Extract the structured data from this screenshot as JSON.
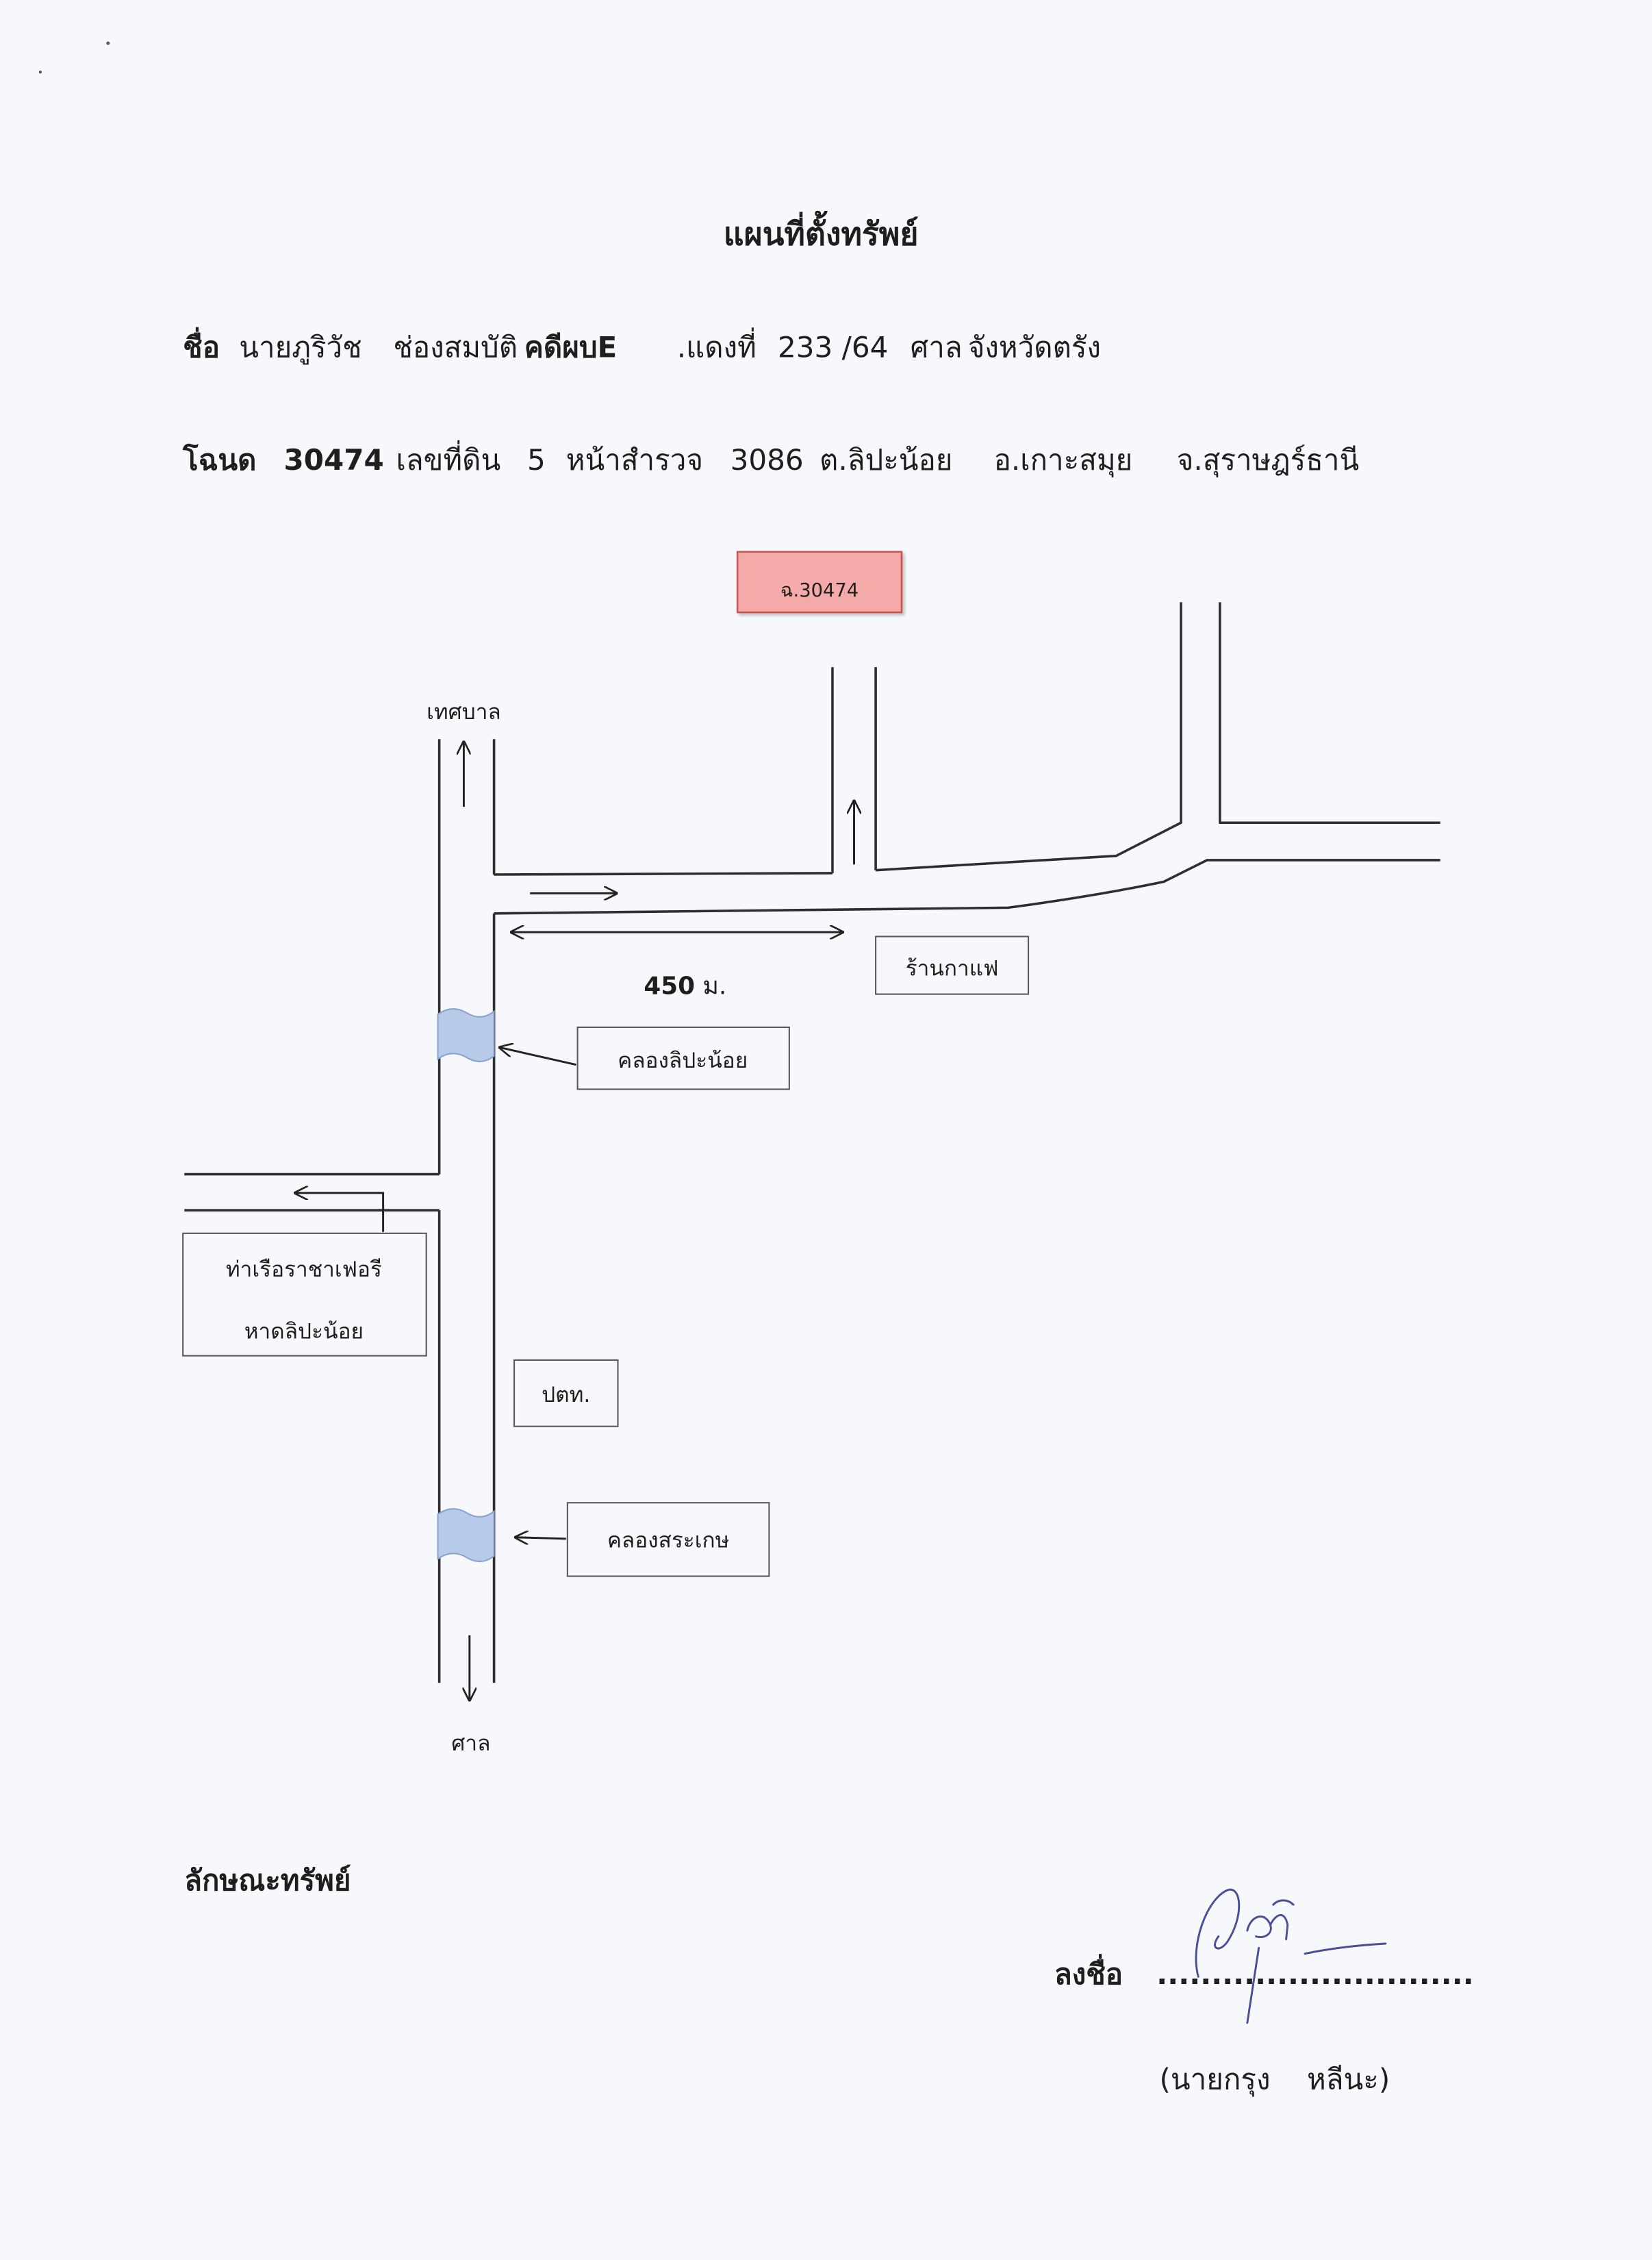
{
  "document": {
    "title": "แผนที่ตั้งทรัพย์",
    "owner": {
      "label": "ชื่อ",
      "first": "นายภูริวัช",
      "last": "ช่องสมบัติ"
    },
    "case": {
      "label": "คดีผบE",
      "type": ".แดงที่",
      "number": "233 /64"
    },
    "court": {
      "label": "ศาล",
      "value": "จังหวัดตรัง"
    },
    "deed": {
      "label": "โฉนด",
      "number": "30474",
      "land_no_label": "เลขที่ดิน",
      "land_no": "5",
      "survey_label": "หน้าสำรวจ",
      "survey_no": "3086",
      "subdistrict": "ต.ลิปะน้อย",
      "district": "อ.เกาะสมุย",
      "province": "จ.สุราษฎร์ธานี"
    }
  },
  "map": {
    "parcel_badge": "ฉ.30474",
    "north_destination": "เทศบาล",
    "south_destination": "ศาล",
    "distance_value": "450",
    "distance_unit": " ม.",
    "landmarks": {
      "coffee_shop": "ร้านกาแฟ",
      "canal_north": "คลองลิปะน้อย",
      "canal_south": "คลองสระเกษ",
      "gas_station": "ปตท.",
      "ferry_line1": "ท่าเรือราชาเฟอรี",
      "ferry_line2": "หาดลิปะน้อย"
    },
    "icons": {
      "north": "arrow-up-icon",
      "south": "arrow-down-icon",
      "east": "arrow-right-icon",
      "branch": "arrow-up-icon",
      "distance": "double-arrow-icon",
      "canal_pointers": "arrow-left-icon",
      "ferry": "arrow-left-icon",
      "canal": "canal-icon"
    }
  },
  "footer": {
    "property_heading": "ลักษณะทรัพย์",
    "sign_label": "ลงชื่อ",
    "sign_dots": ".............................",
    "signer": "(นายกรุง    หลีนะ)"
  },
  "colors": {
    "paper": "#f7f8fb",
    "ink": "#1e1e1e",
    "badge_fill": "#f3aaa8",
    "badge_border": "#c9524e",
    "box_border": "#5a5a5a",
    "canal_fill": "#b7cbe9",
    "canal_stroke": "#8aa3d0",
    "signature": "#4b4f98"
  }
}
